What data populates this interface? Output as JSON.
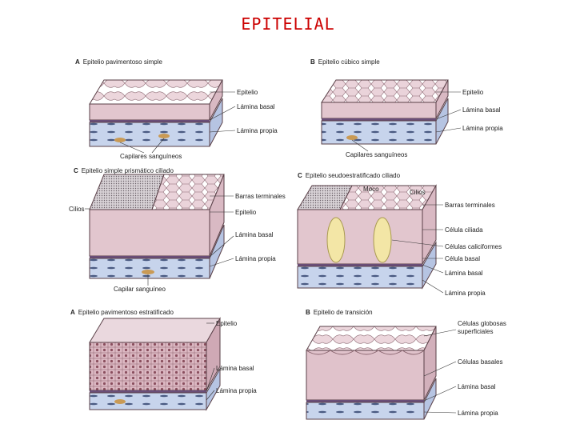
{
  "title": "EPITELIAL",
  "panels": [
    {
      "letter": "A",
      "title": "Epitelio pavimentoso simple",
      "labels": [
        "Epitelio",
        "Lámina basal",
        "Lámina propia",
        "Capilares sanguíneos"
      ]
    },
    {
      "letter": "B",
      "title": "Epitelio cúbico simple",
      "labels": [
        "Epitelio",
        "Lámina basal",
        "Lámina propia",
        "Capilares sanguíneos"
      ]
    },
    {
      "letter": "C",
      "title": "Epitelio simple prismático ciliado",
      "labels": [
        "Barras terminales",
        "Cilios",
        "Epitelio",
        "Lámina basal",
        "Lámina propia",
        "Capilar sanguíneo"
      ]
    },
    {
      "letter": "C",
      "title": "Epitelio seudoestratificado ciliado",
      "labels": [
        "Moco",
        "Cilios",
        "Barras terminales",
        "Célula ciliada",
        "Células caliciformes",
        "Célula basal",
        "Lámina basal",
        "Lámina propia"
      ]
    },
    {
      "letter": "A",
      "title": "Epitelio pavimentoso estratificado",
      "labels": [
        "Epitelio",
        "Lámina basal",
        "Lámina propia"
      ]
    },
    {
      "letter": "B",
      "title": "Epitelio de transición",
      "labels": [
        "Células globosas superficiales",
        "Células basales",
        "Lámina basal",
        "Lámina propia"
      ]
    }
  ],
  "colors": {
    "title": "#cc0000",
    "epithelium": "#e9cfd6",
    "cell_line": "#8a6670",
    "propia": "#c7d4ec",
    "basal": "#6a4e78",
    "nucleus": "#c99a55",
    "goblet": "#f3e6a6"
  }
}
